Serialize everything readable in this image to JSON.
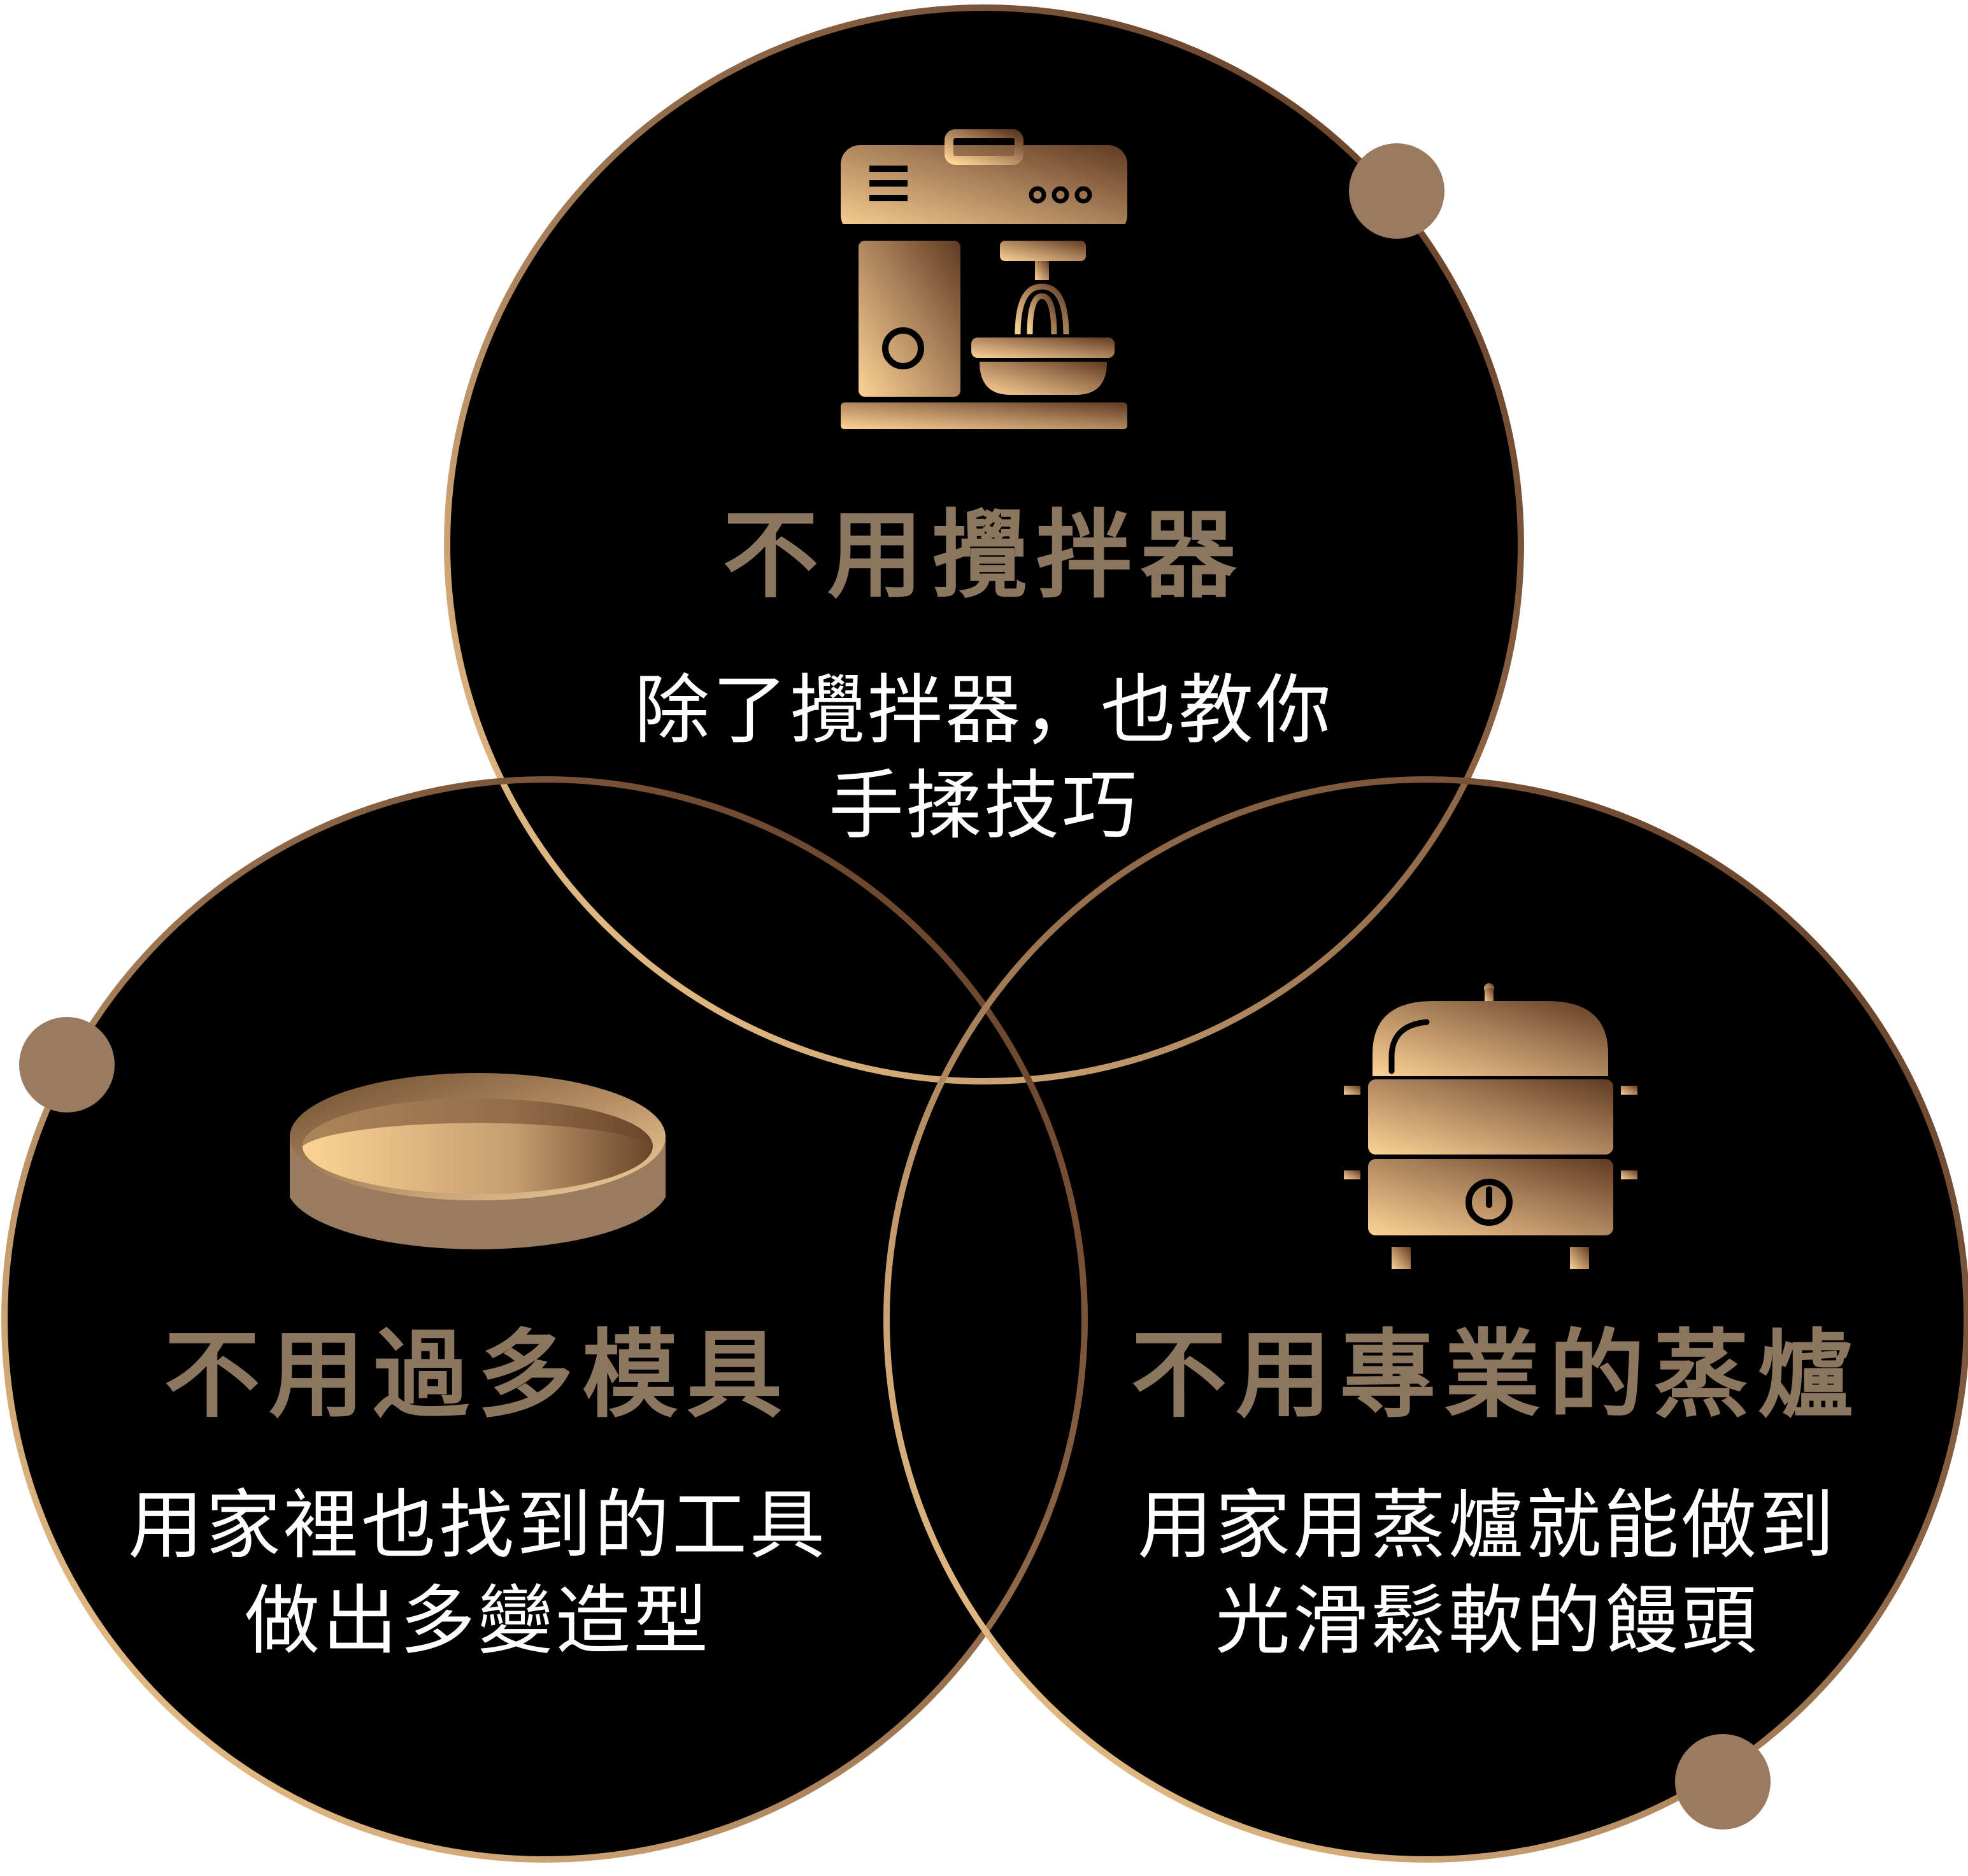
{
  "colors": {
    "background": "#ffffff",
    "circle_fill": "#000000",
    "title_text": "#8c7660",
    "desc_text": "#ffffff",
    "dot": "#9b7b60",
    "gold_light": "#fcd395",
    "gold_dark": "#603a22"
  },
  "circles": [
    {
      "icon": "stand-mixer-icon",
      "title": "不用攪拌器",
      "desc_line1": "除了攪拌器，也教你",
      "desc_line2": "手揉技巧"
    },
    {
      "icon": "cake-pan-icon",
      "title": "不用過多模具",
      "desc_line1": "用家裡也找到的工具",
      "desc_line2": "做出多變造型"
    },
    {
      "icon": "steamer-icon",
      "title": "不用專業的蒸爐",
      "desc_line1": "用家用蒸爐就能做到",
      "desc_line2": "光滑鬆軟的饅頭"
    }
  ]
}
